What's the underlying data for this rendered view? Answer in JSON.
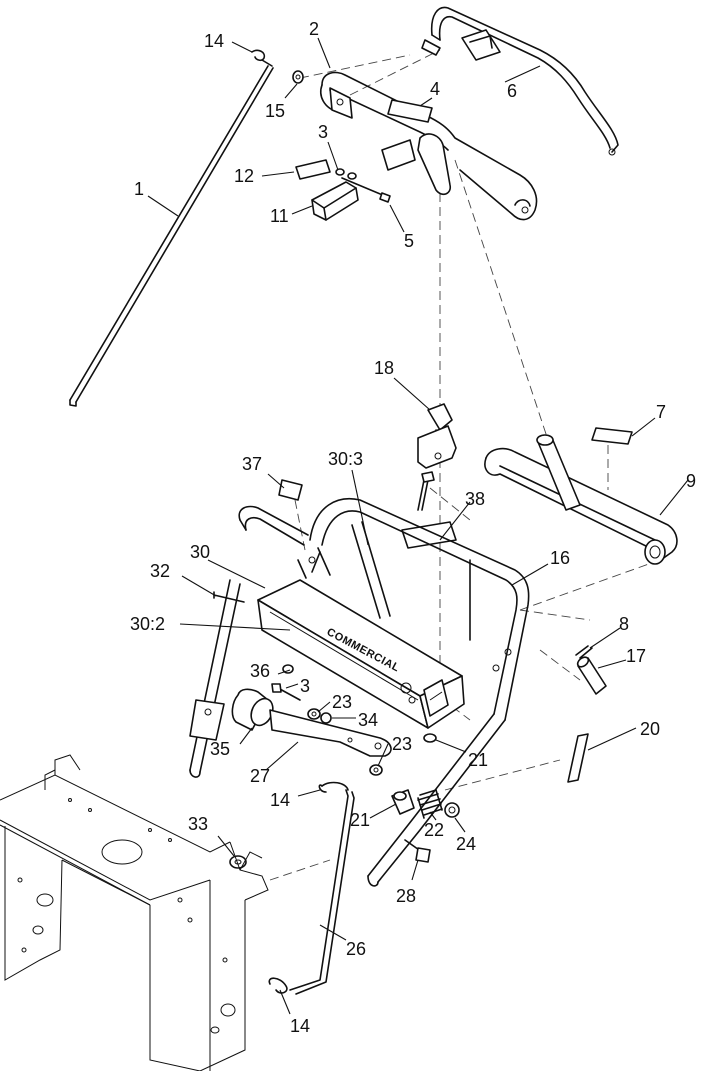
{
  "diagram": {
    "brand_text": "COMMERCIAL",
    "callouts": {
      "c14a": "14",
      "c2": "2",
      "c6": "6",
      "c4": "4",
      "c15": "15",
      "c3a": "3",
      "c1": "1",
      "c12": "12",
      "c11": "11",
      "c5": "5",
      "c18": "18",
      "c7": "7",
      "c9": "9",
      "c37": "37",
      "c30_3": "30:3",
      "c38": "38",
      "c30": "30",
      "c32": "32",
      "c16": "16",
      "c30_2": "30:2",
      "c8": "8",
      "c17": "17",
      "c36": "36",
      "c3b": "3",
      "c23a": "23",
      "c34": "34",
      "c35": "35",
      "c23b": "23",
      "c20": "20",
      "c27": "27",
      "c21a": "21",
      "c14b": "14",
      "c21b": "21",
      "c22": "22",
      "c24": "24",
      "c33": "33",
      "c28": "28",
      "c26": "26",
      "c14c": "14"
    }
  }
}
